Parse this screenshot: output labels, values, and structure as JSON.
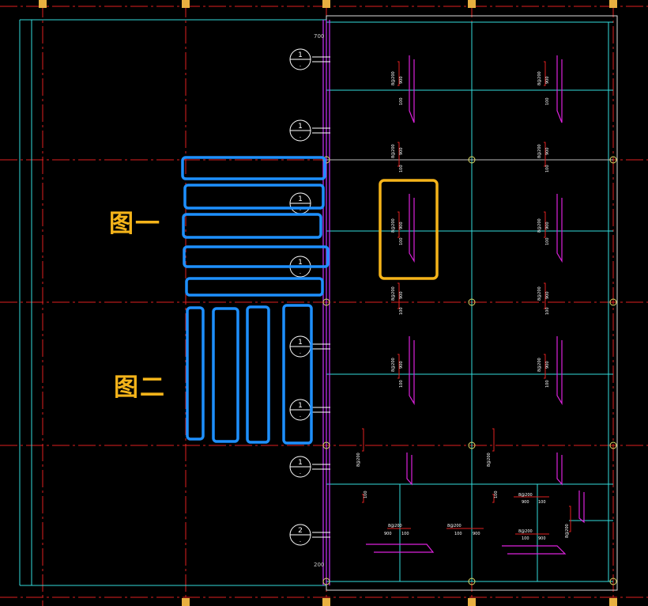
{
  "annotations": {
    "figure_one": "图一",
    "figure_two": "图二"
  },
  "section_markers": {
    "left": [
      "1",
      "1",
      "1",
      "1",
      "1",
      "1",
      "1",
      "2"
    ],
    "left_sub": [
      "-",
      "-",
      "-",
      "-",
      "-",
      "-",
      "-",
      "-"
    ]
  },
  "dimensions": {
    "top": "700",
    "bottom": "200"
  },
  "rebar_tags": {
    "spec": "8@200",
    "len_a": "900",
    "len_b": "100"
  },
  "colors": {
    "background": "#000000",
    "axis": "#e02020",
    "structure": "#33dddd",
    "wall": "#cc33ff",
    "rebar": "#dd22dd",
    "annotation": "#f5b41a",
    "highlight_blue": "#1e90ff",
    "text": "#ffffff"
  }
}
